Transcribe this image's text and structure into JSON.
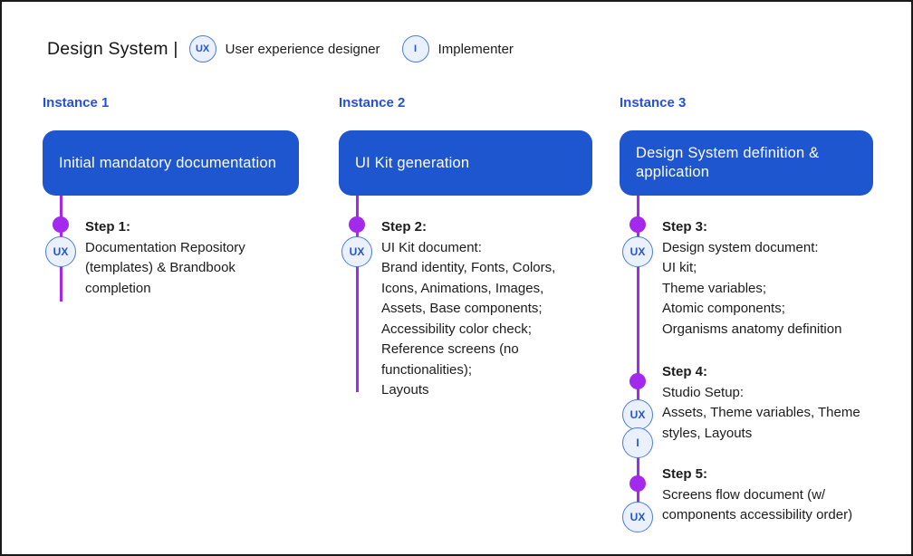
{
  "header": {
    "title": "Design System |"
  },
  "legend": {
    "items": [
      {
        "badge": "UX",
        "label": "User experience designer"
      },
      {
        "badge": "I",
        "label": "Implementer"
      }
    ]
  },
  "colors": {
    "phase_box_blue": "#1e56d0",
    "instance_label_blue": "#2451d6",
    "timeline_purple": "#a32aec",
    "role_badge_border": "#4a7ce0",
    "role_badge_fill": "#eaf1fd",
    "body_text": "#1c1c1c"
  },
  "columns": [
    {
      "instance": "Instance 1",
      "header": "Initial mandatory documentation",
      "steps": [
        {
          "title": "Step 1:",
          "roles": [
            "UX"
          ],
          "lines": [
            "Documentation Repository",
            "(templates) & Brandbook",
            "completion"
          ]
        }
      ]
    },
    {
      "instance": "Instance 2",
      "header": "UI Kit generation",
      "steps": [
        {
          "title": "Step 2:",
          "roles": [
            "UX"
          ],
          "lines": [
            "UI Kit document:",
            "Brand identity, Fonts, Colors,",
            "Icons, Animations, Images,",
            "Assets, Base components;",
            "Accessibility color check;",
            "Reference screens (no",
            "functionalities);",
            "Layouts"
          ]
        }
      ]
    },
    {
      "instance": "Instance 3",
      "header": "Design System definition & application",
      "steps": [
        {
          "title": "Step 3:",
          "roles": [
            "UX"
          ],
          "lines": [
            "Design system document:",
            "UI kit;",
            "Theme variables;",
            "Atomic components;",
            "Organisms anatomy definition"
          ]
        },
        {
          "title": "Step 4:",
          "roles": [
            "UX",
            "I"
          ],
          "lines": [
            "Studio Setup:",
            "Assets, Theme variables, Theme",
            "styles, Layouts"
          ]
        },
        {
          "title": "Step 5:",
          "roles": [
            "UX"
          ],
          "lines": [
            "Screens flow document (w/",
            "components accessibility order)"
          ]
        }
      ]
    }
  ]
}
